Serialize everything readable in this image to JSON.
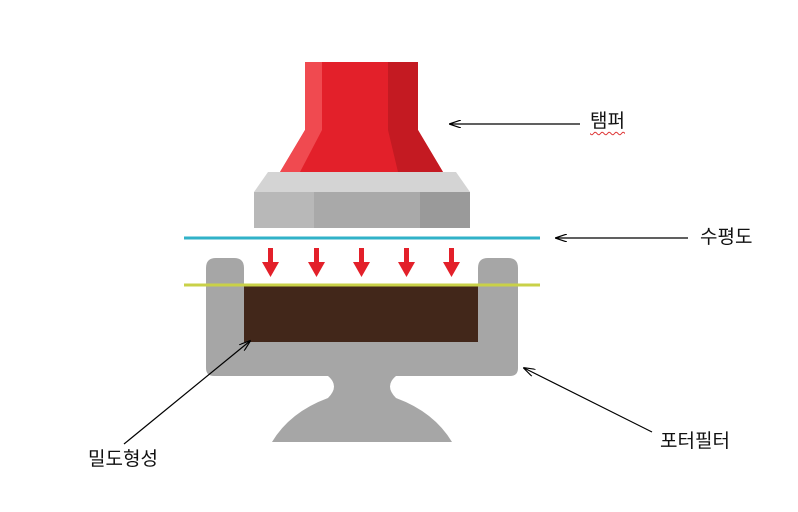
{
  "labels": {
    "tamper": "탬퍼",
    "level": "수평도",
    "density": "밀도형성",
    "portafilter": "포터필터"
  },
  "colors": {
    "tamper_red": "#e3202a",
    "tamper_red_dark": "#c41a22",
    "tamper_red_light": "#f04a50",
    "base_gray": "#a9a9a9",
    "base_gray_light": "#d4d4d4",
    "filter_gray": "#a6a6a6",
    "coffee": "#42271a",
    "level_line": "#31b2c8",
    "coffee_line": "#c9d148",
    "arrow_red": "#e3202a",
    "pointer": "#000000"
  },
  "icons": {
    "press": "down-arrow-icon"
  }
}
